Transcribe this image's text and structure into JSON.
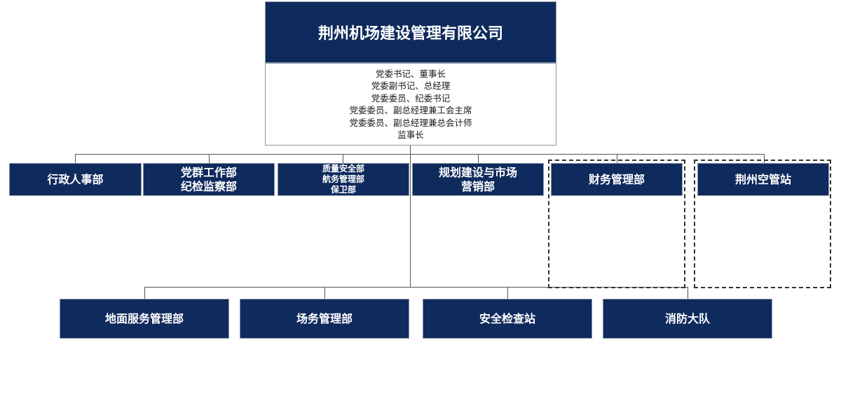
{
  "company": "荆州机场建设管理有限公司",
  "roles": [
    "党委书记、董事长",
    "党委副书记、总经理",
    "党委委员、纪委书记",
    "党委委员、副总经理兼工会主席",
    "党委委员、副总经理兼总会计师",
    "监事长"
  ],
  "departments_row1": [
    "行政人事部",
    "党群工作部\n纪检监察部",
    "质量安全部\n航务管理部\n保卫部",
    "规划建设与市场\n营销部",
    "财务管理部",
    "荆州空管站"
  ],
  "departments_row2": [
    "地面服务管理部",
    "场务管理部",
    "安全检查站",
    "消防大队"
  ],
  "colors": {
    "box_fill": "#0f2a5c",
    "box_text": "#ffffff",
    "connector": "#555555",
    "dashed_border": "#333333"
  }
}
